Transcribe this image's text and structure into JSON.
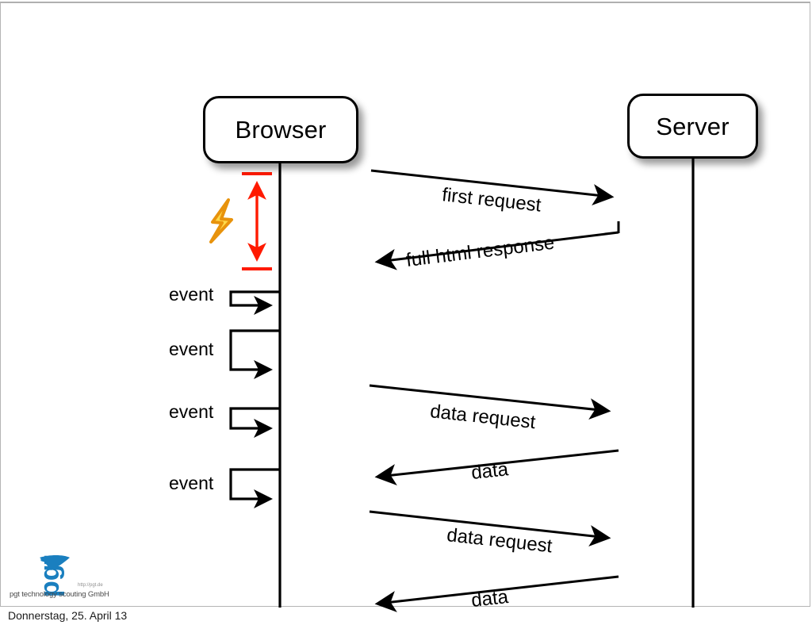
{
  "slide": {
    "background": "#ffffff",
    "frame_color": "#b4b4b4"
  },
  "actors": [
    {
      "id": "browser",
      "label": "Browser"
    },
    {
      "id": "server",
      "label": "Server"
    }
  ],
  "events": [
    {
      "label": "event"
    },
    {
      "label": "event"
    },
    {
      "label": "event"
    },
    {
      "label": "event"
    }
  ],
  "messages": [
    {
      "id": "first-request",
      "label": "first request",
      "direction": "browser-to-server"
    },
    {
      "id": "full-html-response",
      "label": "full html response",
      "direction": "server-to-browser"
    },
    {
      "id": "data-request-1",
      "label": "data request",
      "direction": "browser-to-server"
    },
    {
      "id": "data-response-1",
      "label": "data",
      "direction": "server-to-browser"
    },
    {
      "id": "data-request-2",
      "label": "data request",
      "direction": "browser-to-server"
    },
    {
      "id": "data-response-2",
      "label": "data",
      "direction": "server-to-browser"
    }
  ],
  "annotations": {
    "blocking_arrow": {
      "name": "blocking-time-arrow",
      "color": "#FF1A00"
    },
    "lightning": {
      "name": "lightning-bolt",
      "stroke": "#E8930C",
      "fill": "#FFD94A"
    }
  },
  "logo": {
    "mark_text": "pgt",
    "wordmark": "pgt technology scouting GmbH",
    "url": "http://pgt.de",
    "color": "#1a7fbf"
  },
  "footer": {
    "date": "Donnerstag, 25. April 13"
  }
}
